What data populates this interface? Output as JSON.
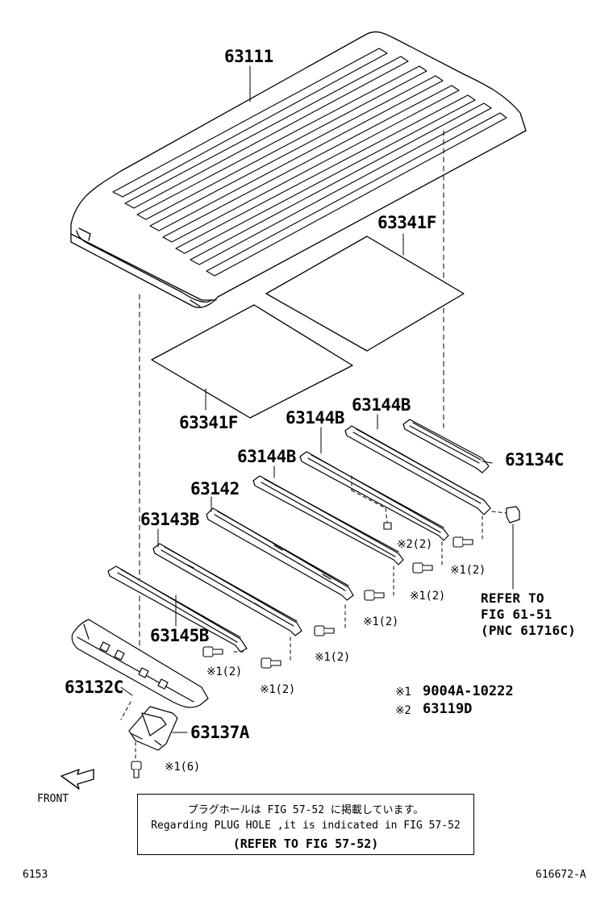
{
  "parts": {
    "roof_panel": "63111",
    "silencer_pad_upper": "63341F",
    "silencer_pad_lower": "63341F",
    "reinforcement_rear_right": "63144B",
    "reinforcement_rear_mid": "63144B",
    "reinforcement_mid": "63144B",
    "reinforcement_center": "63142",
    "reinforcement_front_mid": "63143B",
    "reinforcement_front": "63145B",
    "header_panel_front": "63132C",
    "header_panel_rear": "63134C",
    "bracket": "63137A"
  },
  "quantities": {
    "bolt_a": "※1(2)",
    "bolt_b": "※1(2)",
    "bolt_c": "※1(2)",
    "bolt_d": "※1(2)",
    "bolt_e": "※1(2)",
    "bolt_f": "※1(2)",
    "bracket_bolt": "※1(6)",
    "plug": "※2(2)"
  },
  "refer": {
    "line1": "REFER TO",
    "line2": "FIG 61-51",
    "line3": "(PNC 61716C)"
  },
  "legend": {
    "mark1": "※1",
    "part1": "9004A-10222",
    "mark2": "※2",
    "part2": "63119D"
  },
  "front_label": "FRONT",
  "note": {
    "japanese": "プラグホールは FIG 57-52 に掲載しています。",
    "english": "Regarding PLUG HOLE ,it is indicated in FIG 57-52",
    "refer": "(REFER TO FIG 57-52)"
  },
  "footer": {
    "left_code": "6153",
    "right_code": "616672-A"
  }
}
